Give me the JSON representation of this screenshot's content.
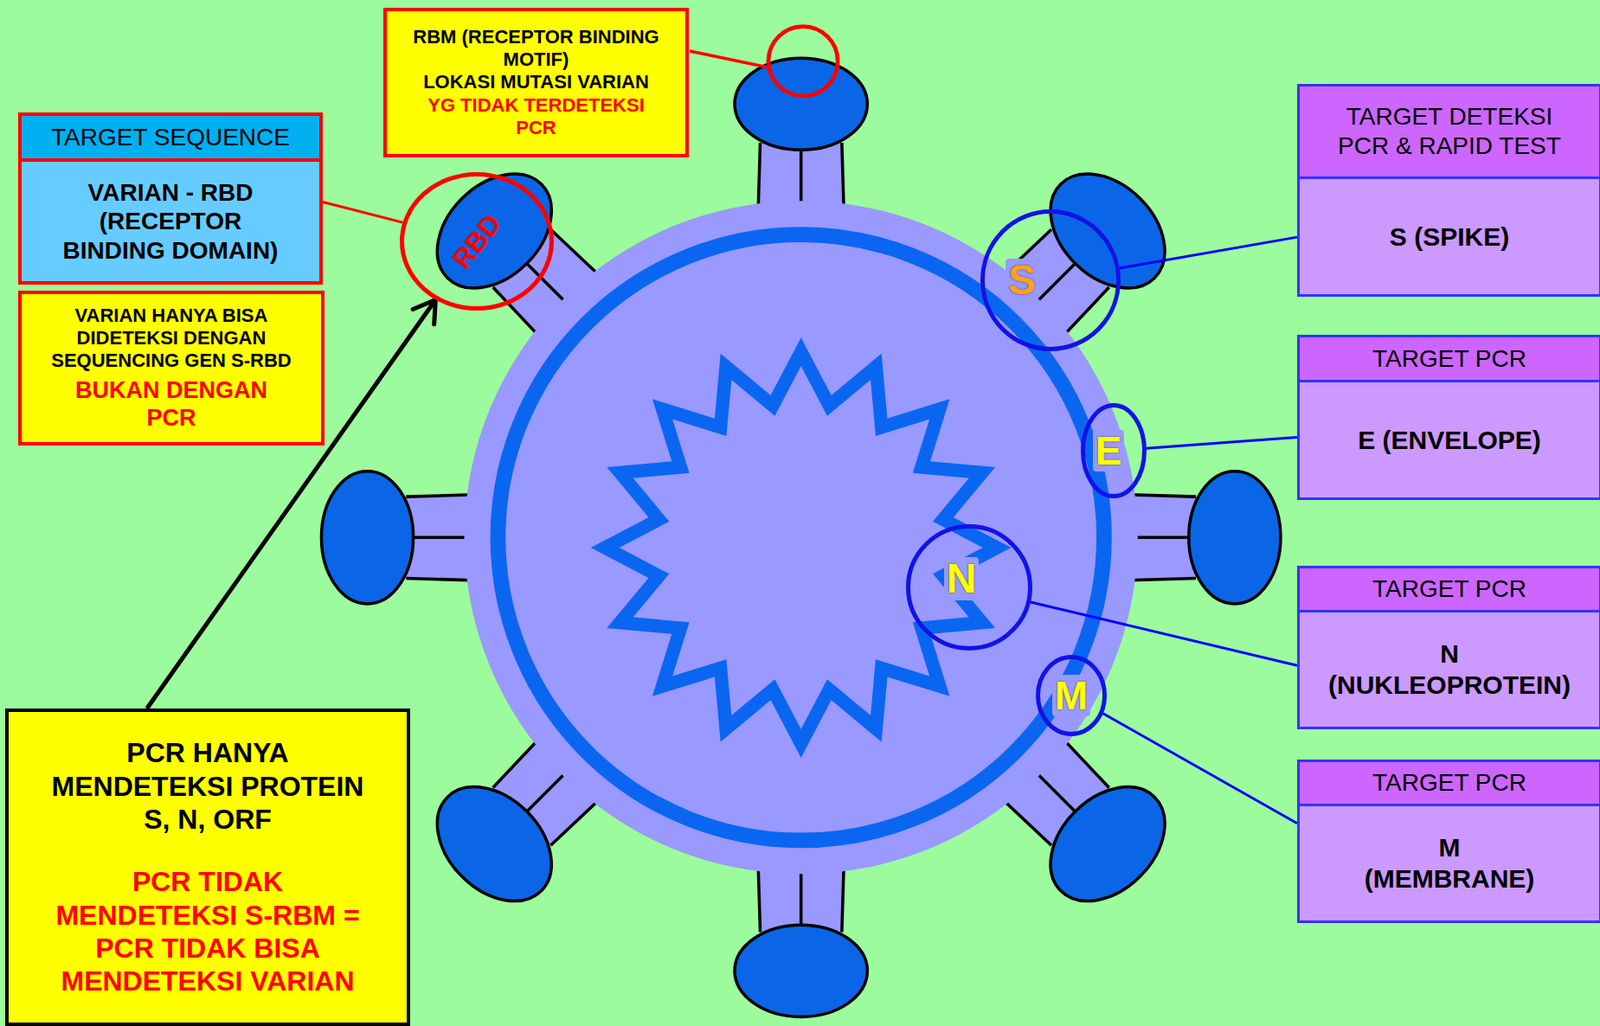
{
  "diagram": {
    "nodes": [
      {
        "text": [
          "RBM (RECEPTOR BINDING MOTIF)",
          "LOKASI MUTASI VARIAN",
          "YG TIDAK TERDETEKSI PCR"
        ]
      },
      {
        "text": [
          "TARGET SEQUENCE",
          "VARIAN - RBD (RECEPTOR BINDING DOMAIN)"
        ]
      },
      {
        "text": [
          "VARIAN HANYA BISA DIDETEKSI DENGAN SEQUENCING GEN S-RBD",
          "BUKAN DENGAN PCR"
        ]
      },
      {
        "text": [
          "PCR HANYA MENDETEKSI PROTEIN S, N, ORF",
          "PCR TIDAK MENDETEKSI S-RBM = PCR TIDAK BISA MENDETEKSI VARIAN"
        ]
      },
      {
        "text": [
          "RBD"
        ]
      },
      {
        "text": [
          "S"
        ]
      },
      {
        "text": [
          "E"
        ]
      },
      {
        "text": [
          "N"
        ]
      },
      {
        "text": [
          "M"
        ]
      },
      {
        "text": [
          "TARGET DETEKSI PCR & RAPID TEST",
          "S (SPIKE)"
        ]
      },
      {
        "text": [
          "TARGET PCR",
          "E (ENVELOPE)"
        ]
      },
      {
        "text": [
          "TARGET PCR",
          "N (NUKLEOPROTEIN)"
        ]
      },
      {
        "text": [
          "TARGET PCR",
          "M (MEMBRANE)"
        ]
      }
    ],
    "edges": [
      {
        "from": 1,
        "to": 4,
        "arrow": "none"
      },
      {
        "from": 3,
        "to": 4,
        "arrow": "to"
      },
      {
        "from": 9,
        "to": 5,
        "arrow": "none"
      },
      {
        "from": 10,
        "to": 6,
        "arrow": "none"
      },
      {
        "from": 11,
        "to": 7,
        "arrow": "none"
      },
      {
        "from": 12,
        "to": 8,
        "arrow": "none"
      }
    ]
  }
}
